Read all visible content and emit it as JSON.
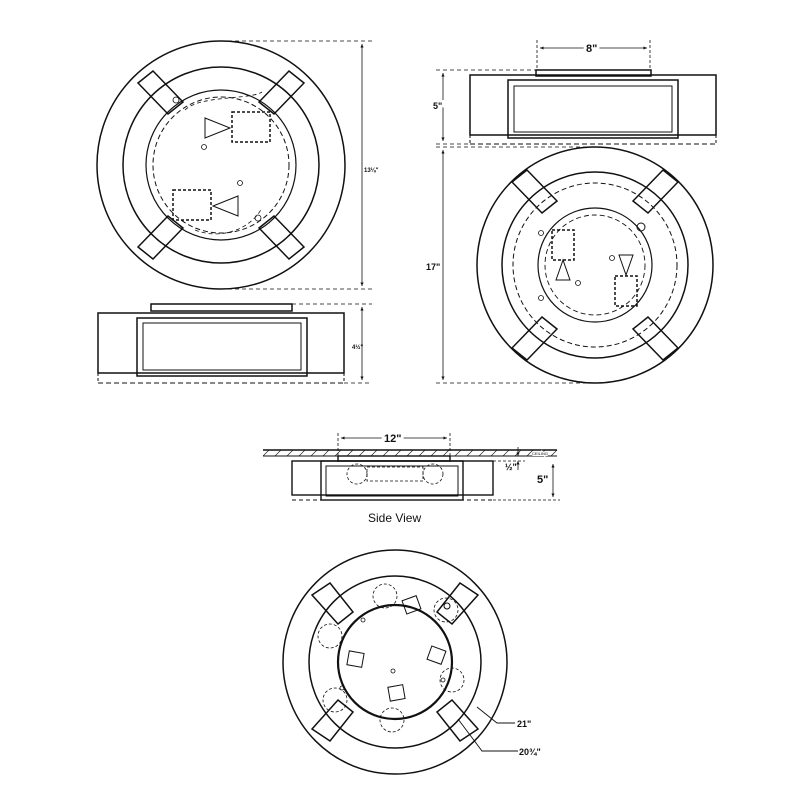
{
  "dimensions": {
    "top_left_height": "13⅛\"",
    "top_left_side_height": "4½\"",
    "top_right_width": "8\"",
    "top_right_side_height": "5\"",
    "top_right_diameter": "17\"",
    "side_view_width": "12\"",
    "side_view_gap": "½\"",
    "side_view_height": "5\"",
    "bottom_outer_diameter": "21\"",
    "bottom_inner_diameter": "20¾\""
  },
  "labels": {
    "ceiling": "CEILING",
    "side_view_caption": "Side View"
  },
  "colors": {
    "line": "#111111",
    "background": "#ffffff"
  }
}
